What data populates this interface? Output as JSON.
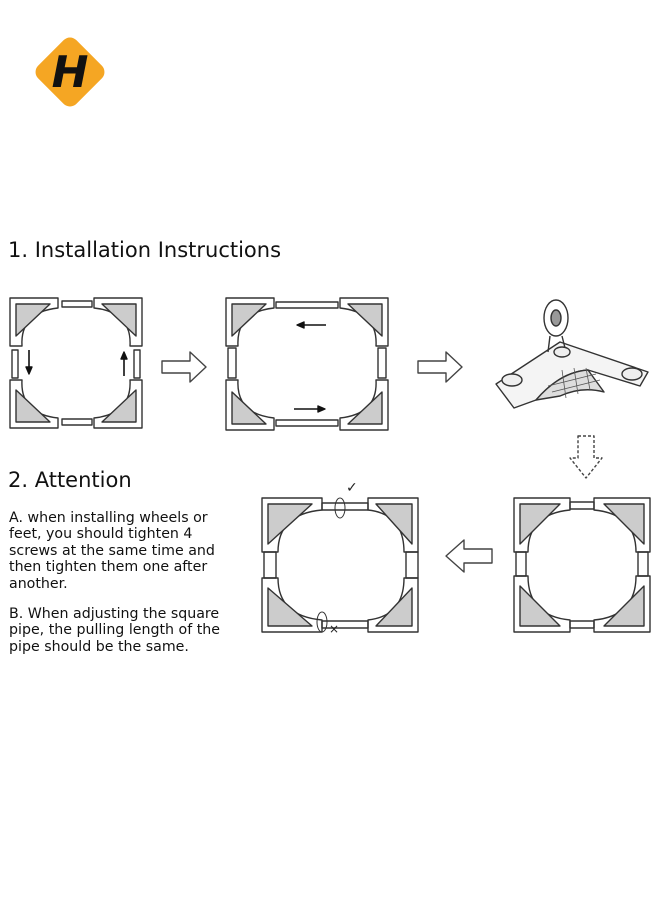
{
  "logo": {
    "letter": "H",
    "bg_color": "#f5a623",
    "fg_color": "#111111"
  },
  "sections": {
    "install_title": "1. Installation Instructions",
    "attention_title": "2. Attention"
  },
  "notes": {
    "a": "A. when installing wheels or feet, you should tighten 4 screws at the same time and then tighten them one after another.",
    "b": "B. When adjusting the square pipe, the pulling length of the pipe should be the same."
  },
  "marks": {
    "check": "✓",
    "cross": "×"
  }
}
